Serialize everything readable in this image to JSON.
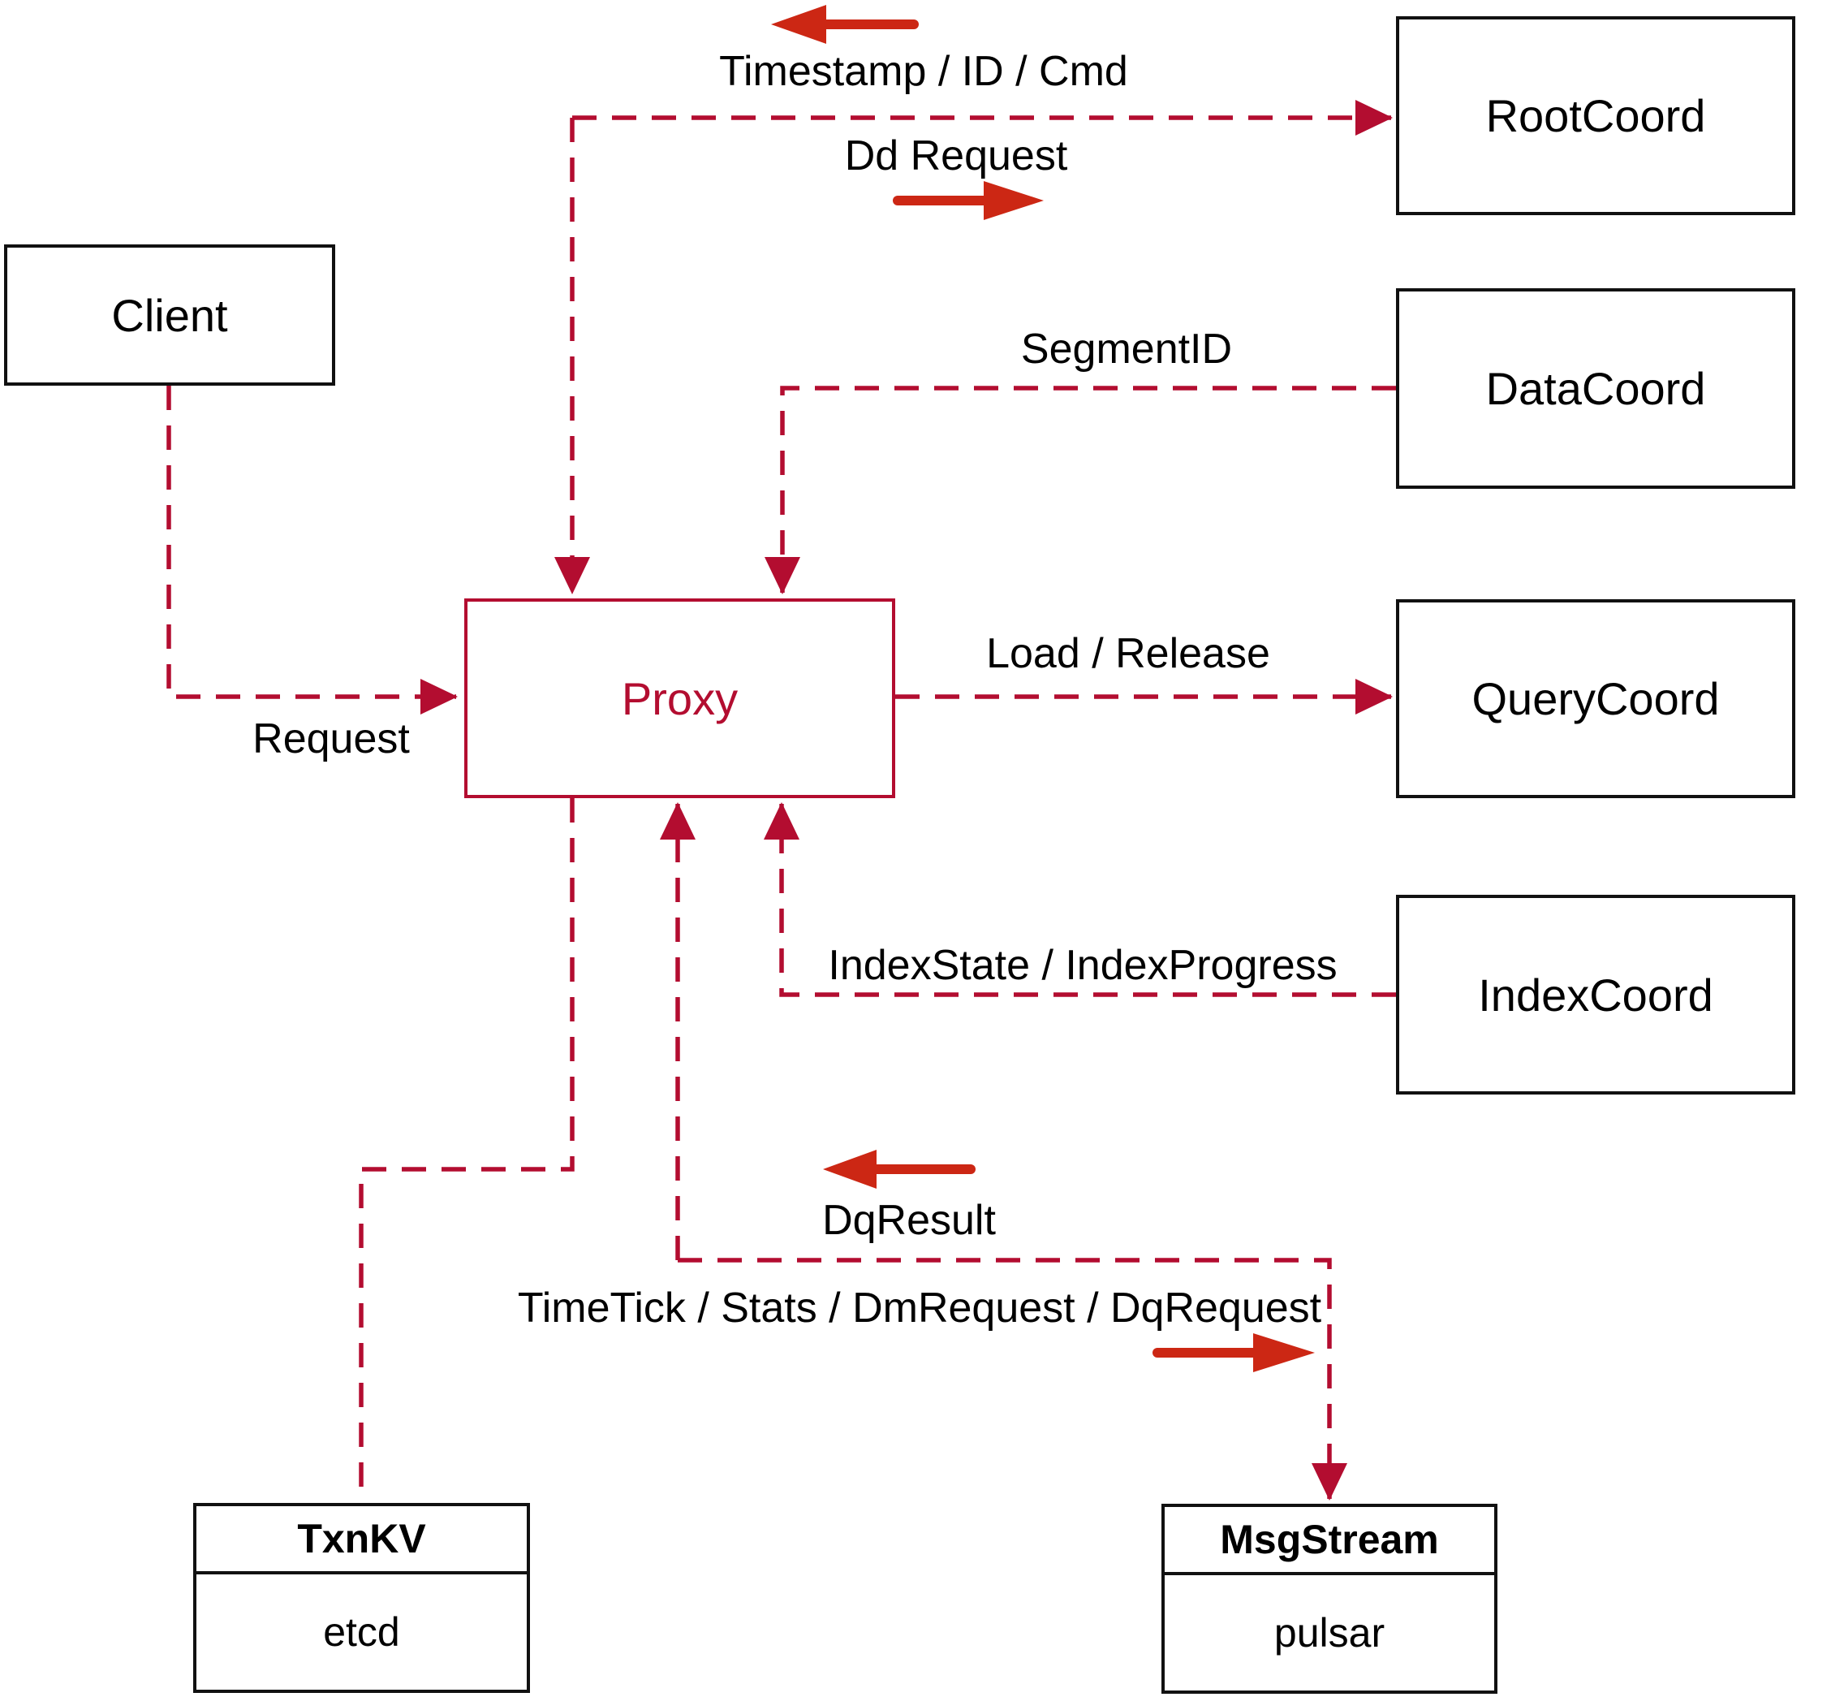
{
  "nodes": {
    "client": {
      "label": "Client"
    },
    "proxy": {
      "label": "Proxy"
    },
    "rootcoord": {
      "label": "RootCoord"
    },
    "datacoord": {
      "label": "DataCoord"
    },
    "querycoord": {
      "label": "QueryCoord"
    },
    "indexcoord": {
      "label": "IndexCoord"
    },
    "txnkv": {
      "title": "TxnKV",
      "subtitle": "etcd"
    },
    "msgstream": {
      "title": "MsgStream",
      "subtitle": "pulsar"
    }
  },
  "edges": {
    "request": {
      "label": "Request"
    },
    "timestamp": {
      "label": "Timestamp / ID / Cmd"
    },
    "dd_request": {
      "label": "Dd Request"
    },
    "segment_id": {
      "label": "SegmentID"
    },
    "load_release": {
      "label": "Load / Release"
    },
    "index_state": {
      "label": "IndexState / IndexProgress"
    },
    "dq_result": {
      "label": "DqResult"
    },
    "timetick": {
      "label": "TimeTick / Stats / DmRequest / DqRequest"
    }
  },
  "colors": {
    "dashed": "#b30d30",
    "arrow": "#cc2714",
    "box_border": "#111111",
    "text": "#000000"
  }
}
